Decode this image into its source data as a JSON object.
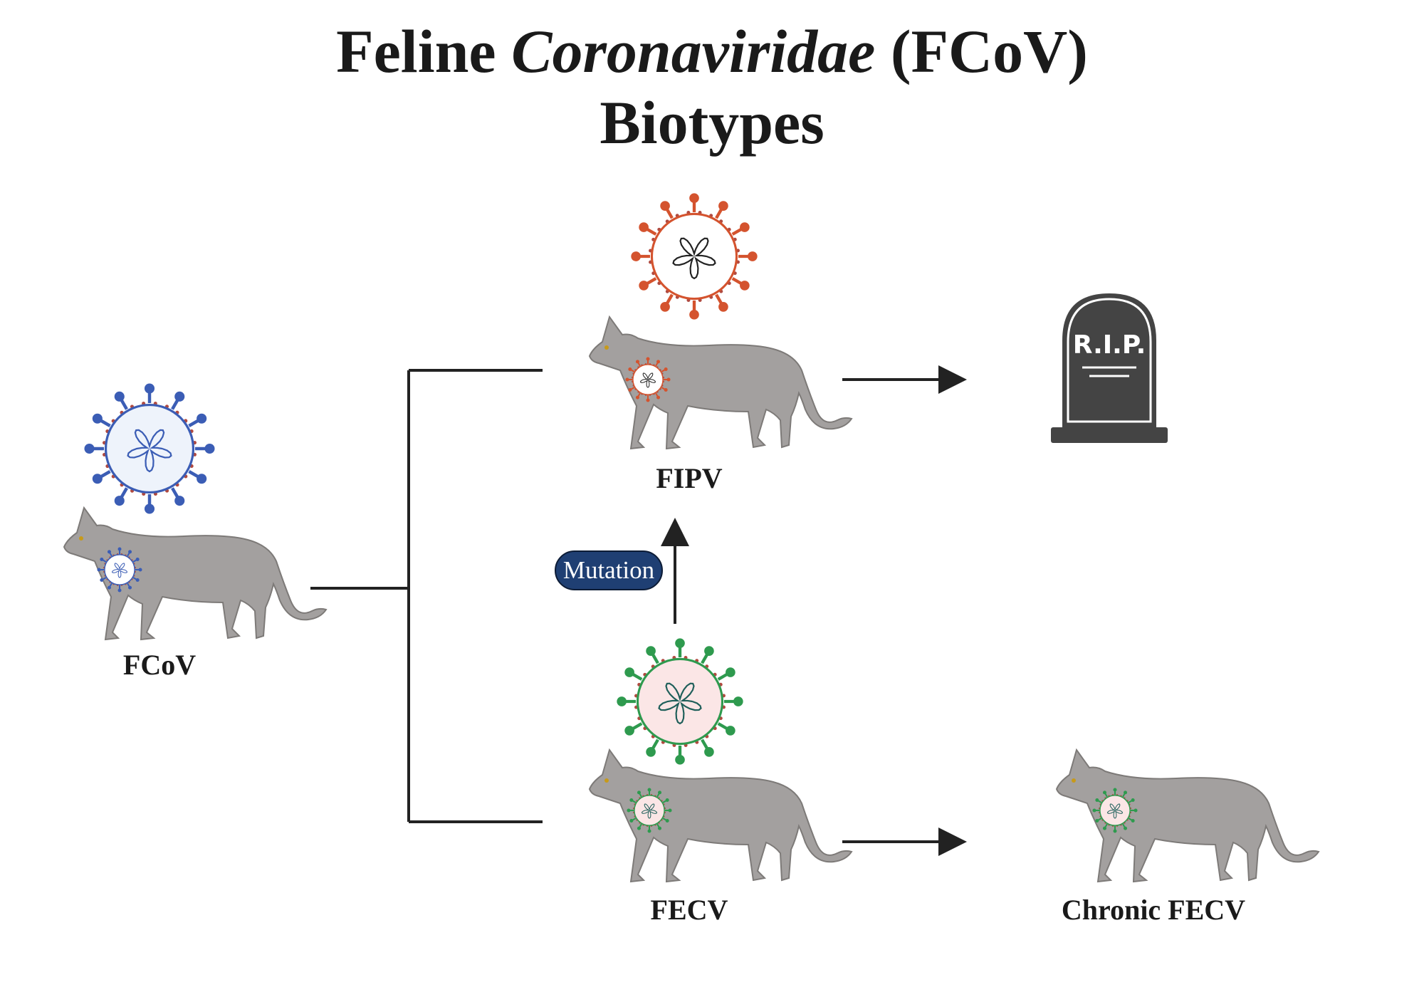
{
  "title": {
    "prefix": "Feline ",
    "italic": "Coronaviridae",
    "suffix": " (FCoV)",
    "line2": "Biotypes"
  },
  "labels": {
    "fcov": "FCoV",
    "fipv": "FIPV",
    "fecv": "FECV",
    "chronic": "Chronic FECV",
    "mutation": "Mutation",
    "rip": "R.I.P."
  },
  "colors": {
    "fcov_virus_spike": "#3b5db5",
    "fcov_virus_fill": "#eef3fb",
    "fipv_virus_spike": "#d4532e",
    "fipv_virus_fill": "#ffffff",
    "fecv_virus_spike": "#2e9a4e",
    "fecv_virus_fill": "#fbe6e6",
    "cat": "#a3a09f",
    "mutation_pill": "#1f3f73",
    "tombstone": "#444444",
    "lines": "#222222"
  }
}
